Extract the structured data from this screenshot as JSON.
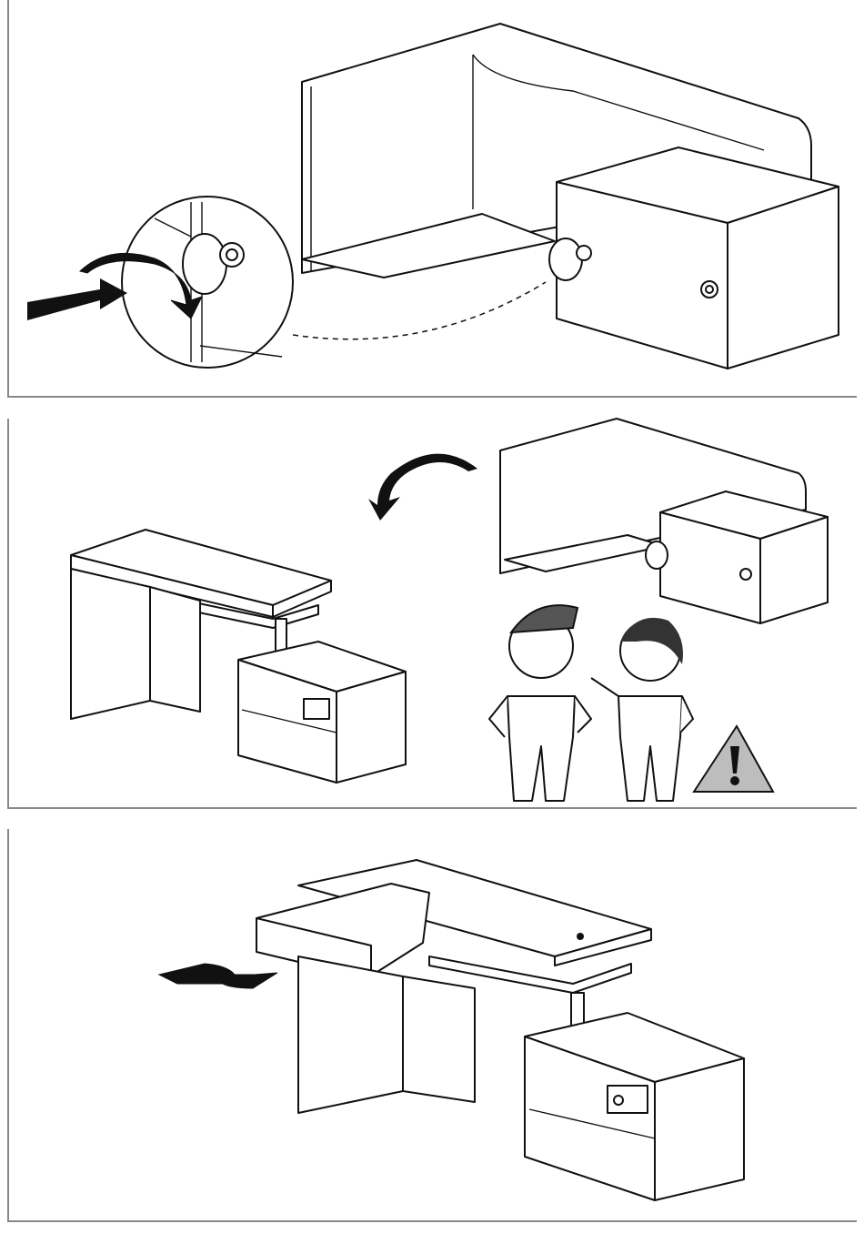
{
  "steps": [
    {
      "id": 1,
      "illustration": "attach-drawer-unit-to-desk-side-panel-with-knob-connector"
    },
    {
      "id": 2,
      "illustration": "rotate-assembly-upright-two-person-lift"
    },
    {
      "id": 3,
      "illustration": "insert-keyboard-drawer"
    }
  ],
  "icons": [
    "curved-arrow-icon",
    "push-arrow-icon",
    "warning-triangle-icon",
    "two-workers-mascot-icon"
  ],
  "colors": {
    "line": "#111111",
    "frame": "#888888",
    "warning_fill": "#bdbdbd",
    "mascot_fill": "#d0d0d0"
  }
}
